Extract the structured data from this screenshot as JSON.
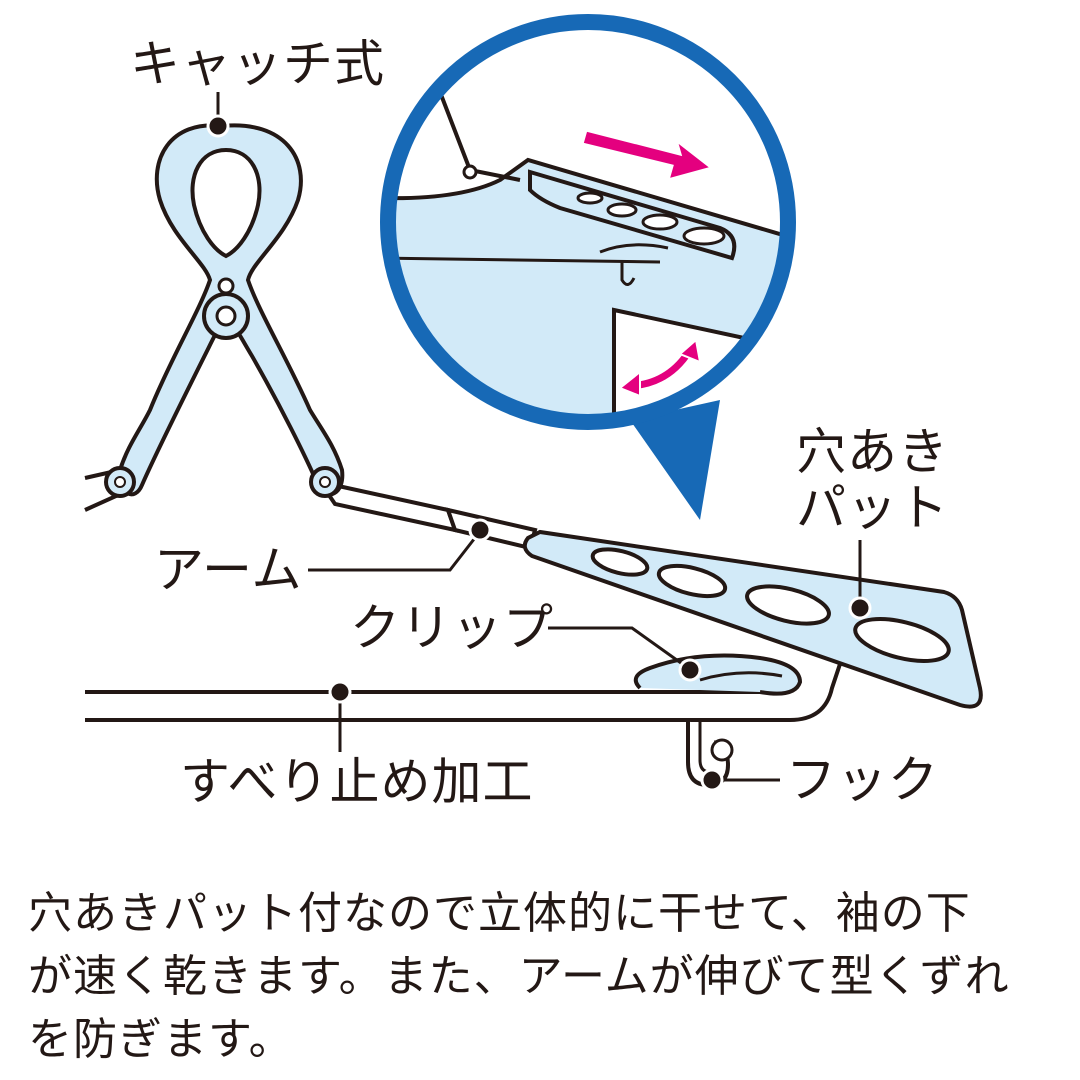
{
  "labels": {
    "catch_type": "キャッチ式",
    "perforated_pad_line1": "穴あき",
    "perforated_pad_line2": "パット",
    "arm": "アーム",
    "clip": "クリップ",
    "non_slip": "すべり止め加工",
    "hook": "フック"
  },
  "caption": {
    "line1": "穴あきパット付なので立体的に干せて、袖の下",
    "line2": "が速く乾きます。また、アームが伸びて型くずれ",
    "line3": "を防ぎます。"
  },
  "colors": {
    "ink": "#231815",
    "pale_blue": "#d2eaf8",
    "lens_blue": "#1769b6",
    "arrow_magenta": "#e4007f",
    "arrow_outline": "#ffffff"
  },
  "icons": {
    "direction_arrow": "right-arrow-icon",
    "swing_arrow": "double-curved-arrow-icon"
  }
}
